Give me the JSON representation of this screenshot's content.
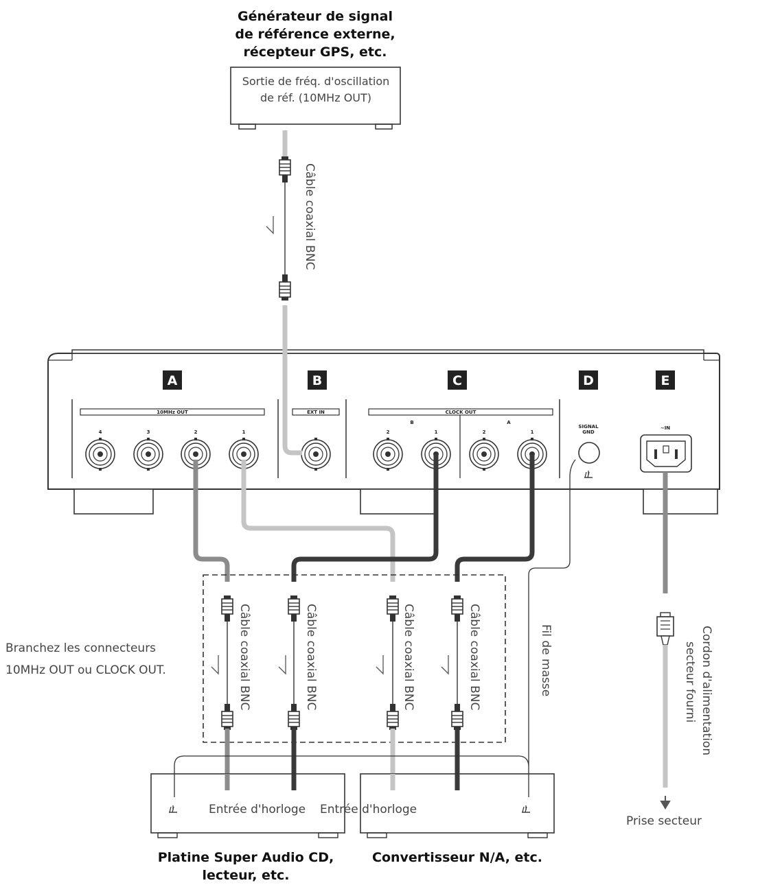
{
  "source_device": {
    "title_lines": [
      "Générateur de signal",
      "de référence externe,",
      "récepteur GPS, etc."
    ],
    "output_lines": [
      "Sortie de fréq. d'oscillation",
      "de réf. (10MHz OUT)"
    ]
  },
  "cables": {
    "bnc_label": "Câble coaxial BNC",
    "ground_wire": "Fil de masse",
    "power_cord_lines": [
      "Cordon d'alimentation",
      "secteur fourni"
    ],
    "outlet": "Prise secteur"
  },
  "panel": {
    "sections": [
      "A",
      "B",
      "C",
      "D",
      "E"
    ],
    "out_10mhz_label": "10MHz OUT",
    "out_10mhz_ports": [
      "4",
      "3",
      "2",
      "1"
    ],
    "ext_in_label": "EXT IN",
    "clock_out_label": "CLOCK OUT",
    "clock_groups": [
      "B",
      "A"
    ],
    "clock_ports": [
      "2",
      "1",
      "2",
      "1"
    ],
    "signal_gnd_lines": [
      "SIGNAL",
      "GND"
    ],
    "ac_in_label": "~IN"
  },
  "note_lines": [
    "Branchez les connecteurs",
    "10MHz OUT ou CLOCK OUT."
  ],
  "destinations": {
    "clock_input": "Entrée d'horloge",
    "left_lines": [
      "Platine Super Audio CD,",
      "lecteur, etc."
    ],
    "right": "Convertisseur N/A, etc."
  },
  "colors": {
    "cable_light": "#c4c4c4",
    "cable_medium": "#8c8c8c",
    "cable_dark": "#3a3a3a",
    "outline": "#333333",
    "badge": "#222222"
  }
}
